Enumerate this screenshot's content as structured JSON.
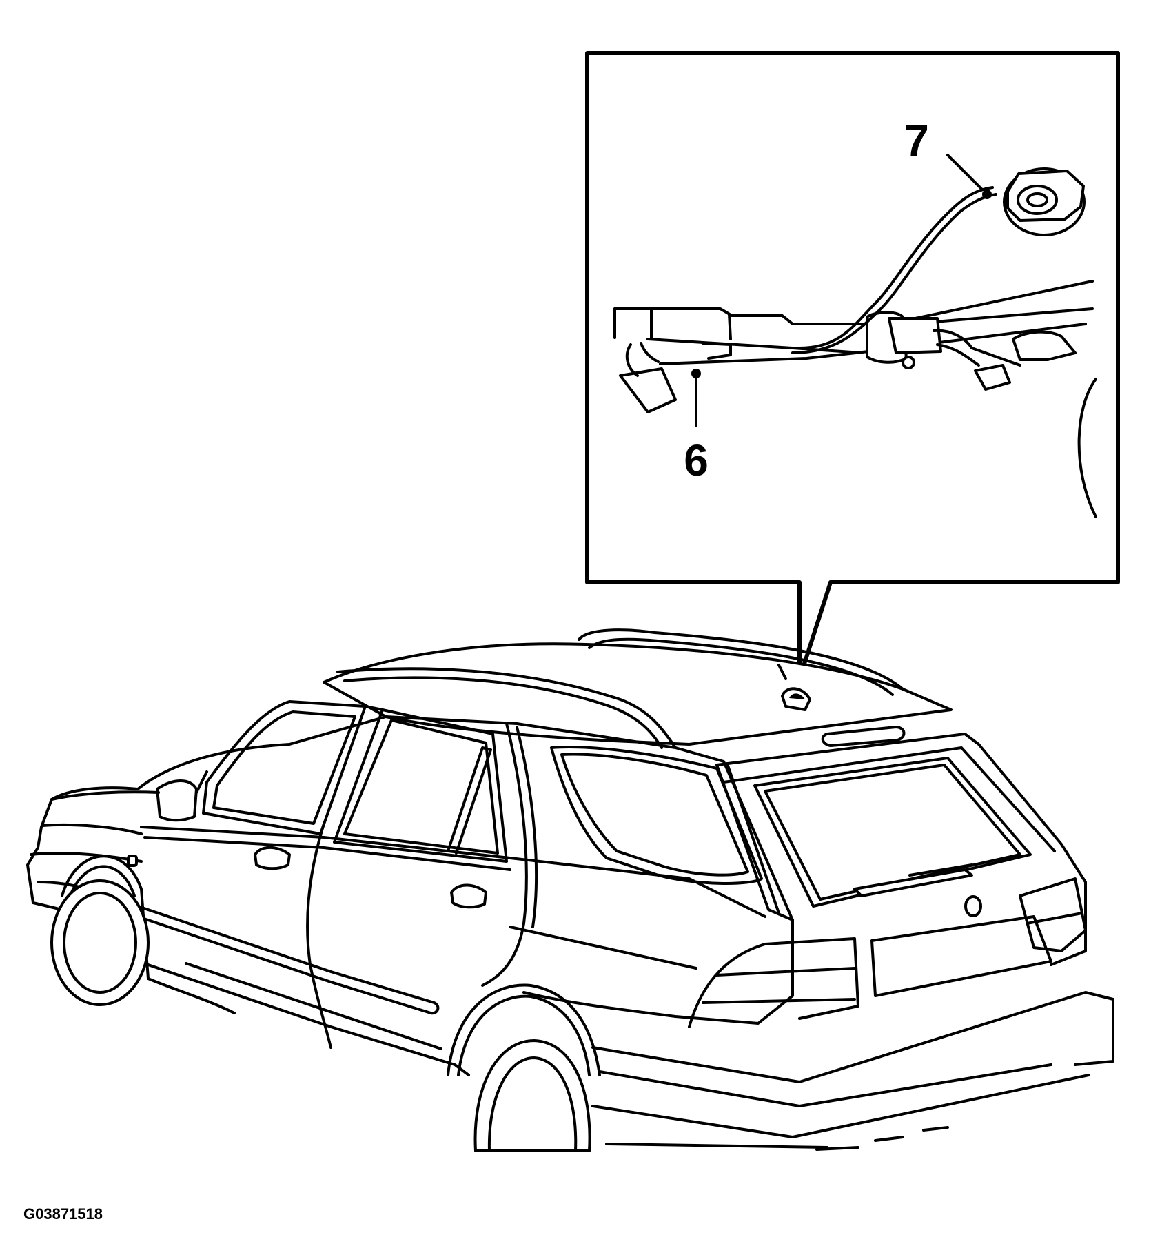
{
  "figure": {
    "code": "G03871518"
  },
  "callouts": [
    {
      "label": "7"
    },
    {
      "label": "6"
    }
  ],
  "colors": {
    "ink": "#000000",
    "background": "#ffffff"
  }
}
